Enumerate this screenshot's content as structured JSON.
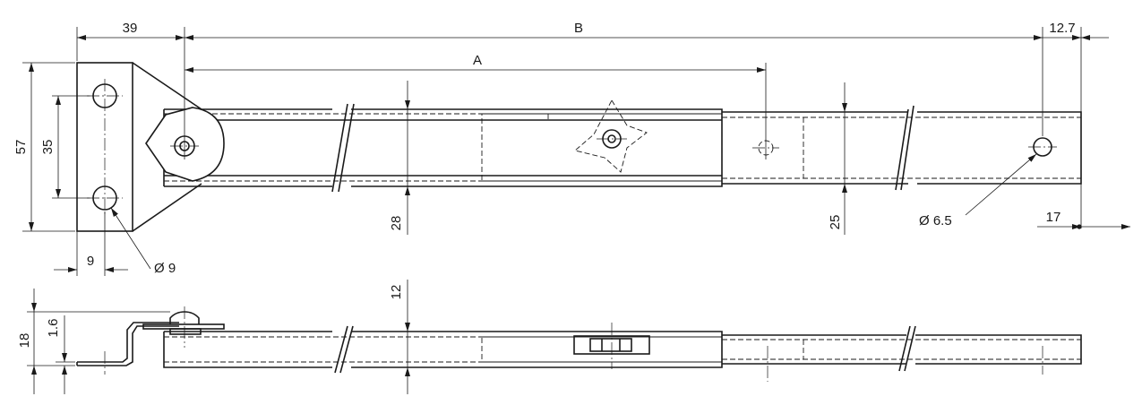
{
  "top_view": {
    "dim_width_total": "39",
    "dim_length_b": "B",
    "dim_length_a": "A",
    "dim_end_offset": "12.7",
    "dim_plate_height": "57",
    "dim_hole_spacing": "35",
    "dim_hole_edge": "9",
    "dim_mount_hole_dia": "Ø 9",
    "dim_outer_bar_width": "28",
    "dim_inner_bar_width": "25",
    "dim_end_hole_dia": "Ø 6.5",
    "dim_end_edge": "17"
  },
  "side_view": {
    "dim_height_total": "18",
    "dim_plate_thickness": "1.6",
    "dim_bar_height": "12"
  }
}
